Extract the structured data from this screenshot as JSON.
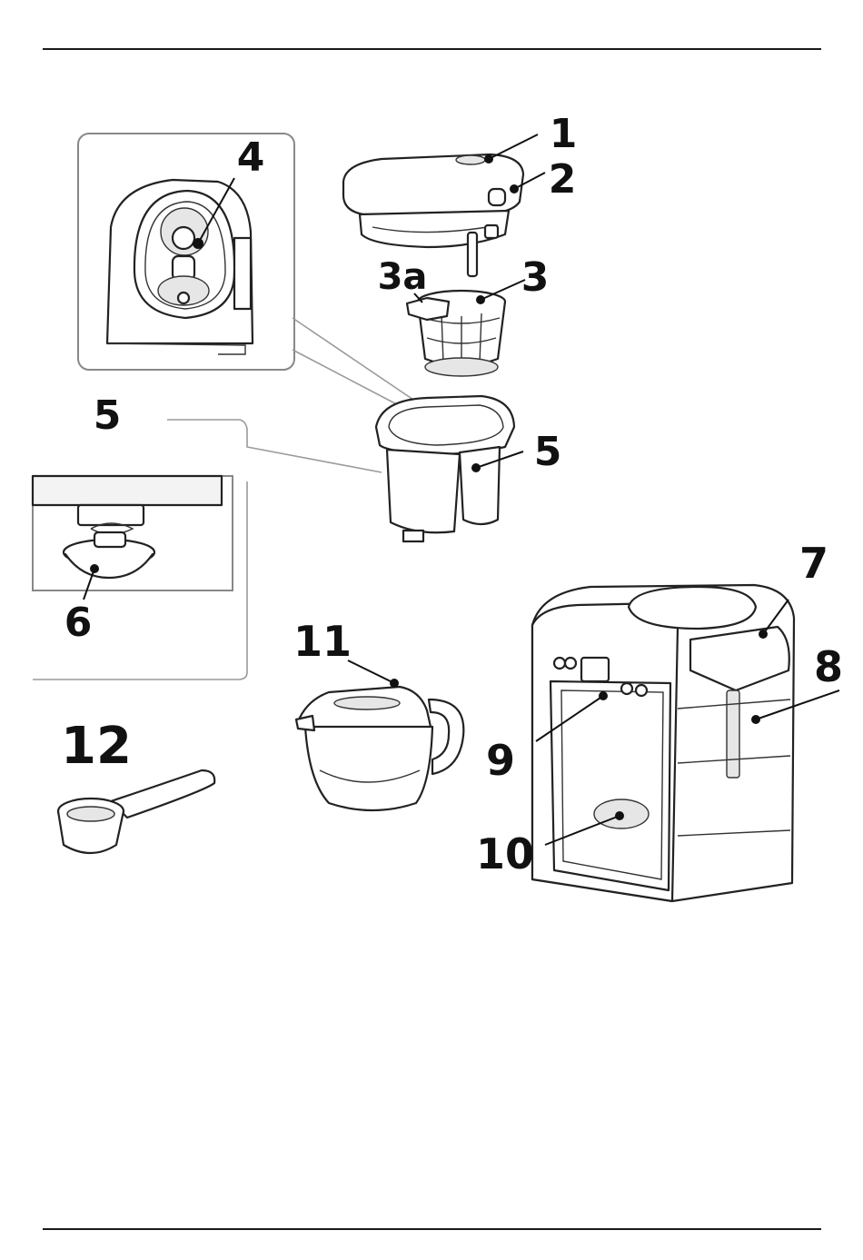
{
  "figure": {
    "callouts": [
      {
        "id": "c1",
        "label": "1"
      },
      {
        "id": "c2",
        "label": "2"
      },
      {
        "id": "c3",
        "label": "3"
      },
      {
        "id": "c3a",
        "label": "3a"
      },
      {
        "id": "c4",
        "label": "4"
      },
      {
        "id": "c5a",
        "label": "5"
      },
      {
        "id": "c5b",
        "label": "5"
      },
      {
        "id": "c6",
        "label": "6"
      },
      {
        "id": "c7",
        "label": "7"
      },
      {
        "id": "c8",
        "label": "8"
      },
      {
        "id": "c9",
        "label": "9"
      },
      {
        "id": "c10",
        "label": "10"
      },
      {
        "id": "c11",
        "label": "11"
      },
      {
        "id": "c12",
        "label": "12"
      }
    ]
  }
}
